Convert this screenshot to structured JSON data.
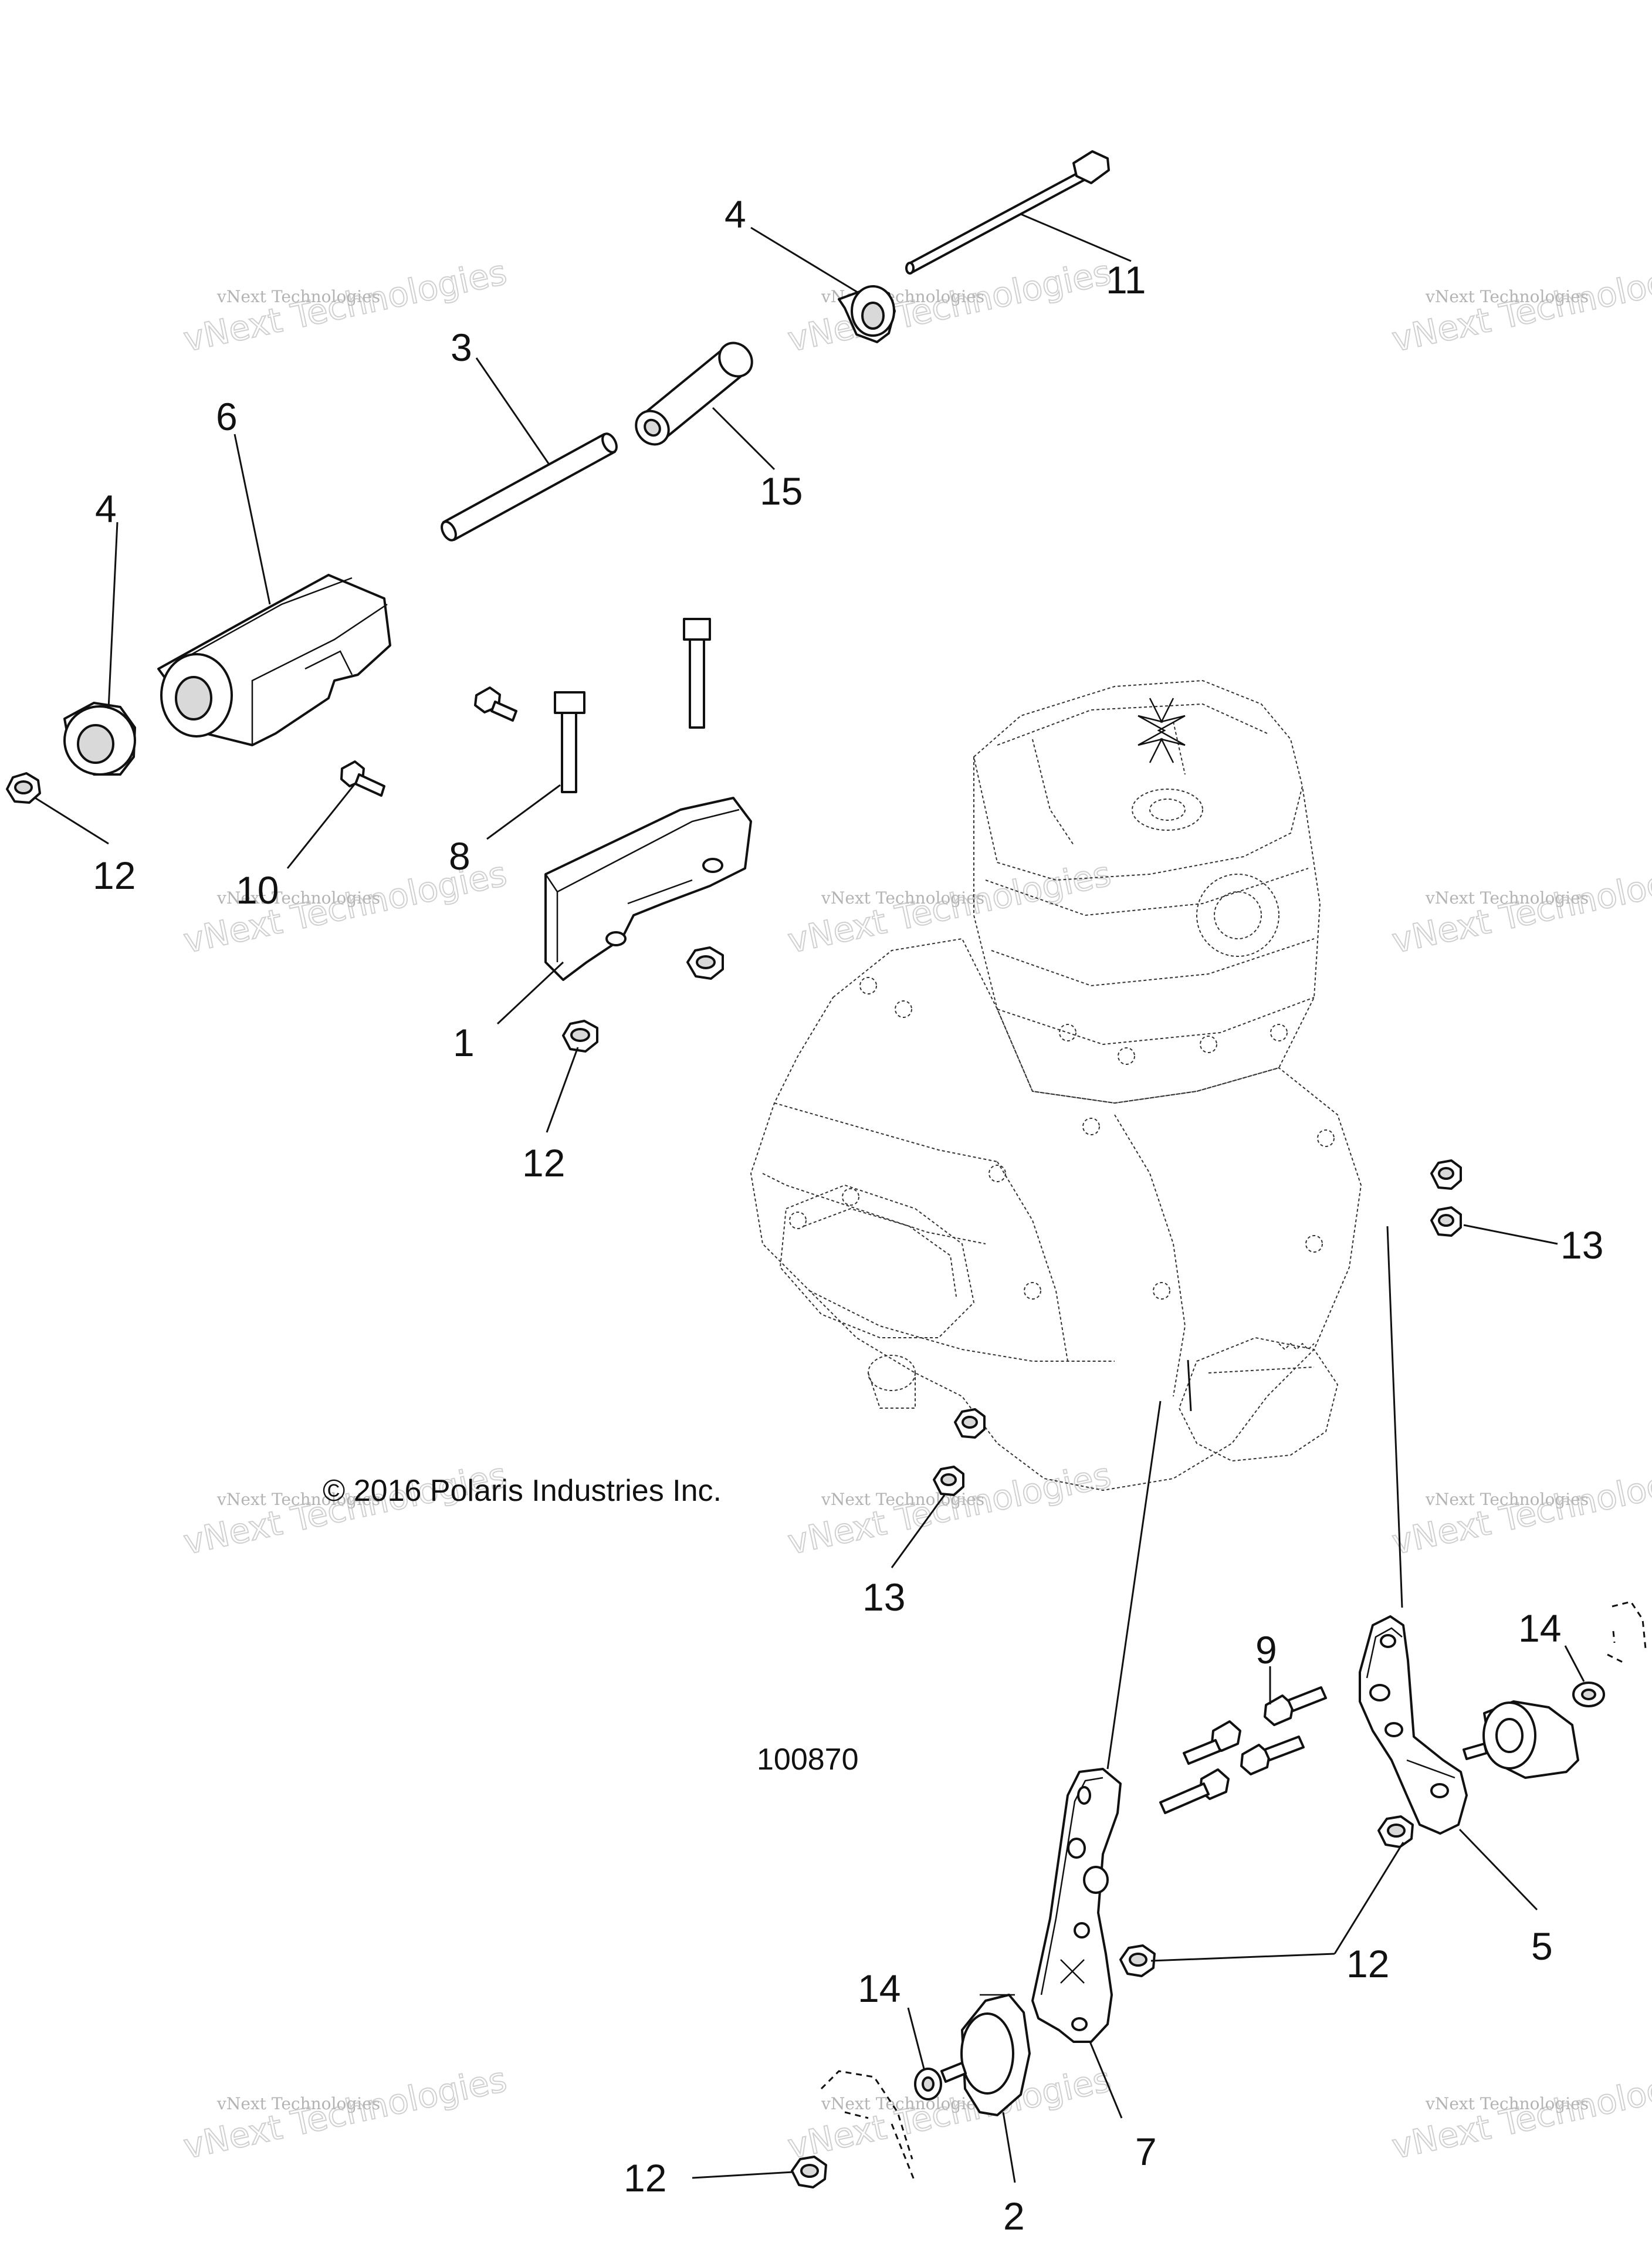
{
  "callouts": [
    {
      "label": "4"
    },
    {
      "label": "11"
    },
    {
      "label": "3"
    },
    {
      "label": "15"
    },
    {
      "label": "6"
    },
    {
      "label": "4"
    },
    {
      "label": "12"
    },
    {
      "label": "10"
    },
    {
      "label": "8"
    },
    {
      "label": "1"
    },
    {
      "label": "12"
    },
    {
      "label": "13"
    },
    {
      "label": "13"
    },
    {
      "label": "9"
    },
    {
      "label": "14"
    },
    {
      "label": "5"
    },
    {
      "label": "12"
    },
    {
      "label": "14"
    },
    {
      "label": "7"
    },
    {
      "label": "12"
    },
    {
      "label": "2"
    }
  ],
  "copyright": "© 2016 Polaris Industries Inc.",
  "diagram_number": "100870",
  "watermark": {
    "line1": "vNext Technologies",
    "line2": "vNext Technologies"
  }
}
